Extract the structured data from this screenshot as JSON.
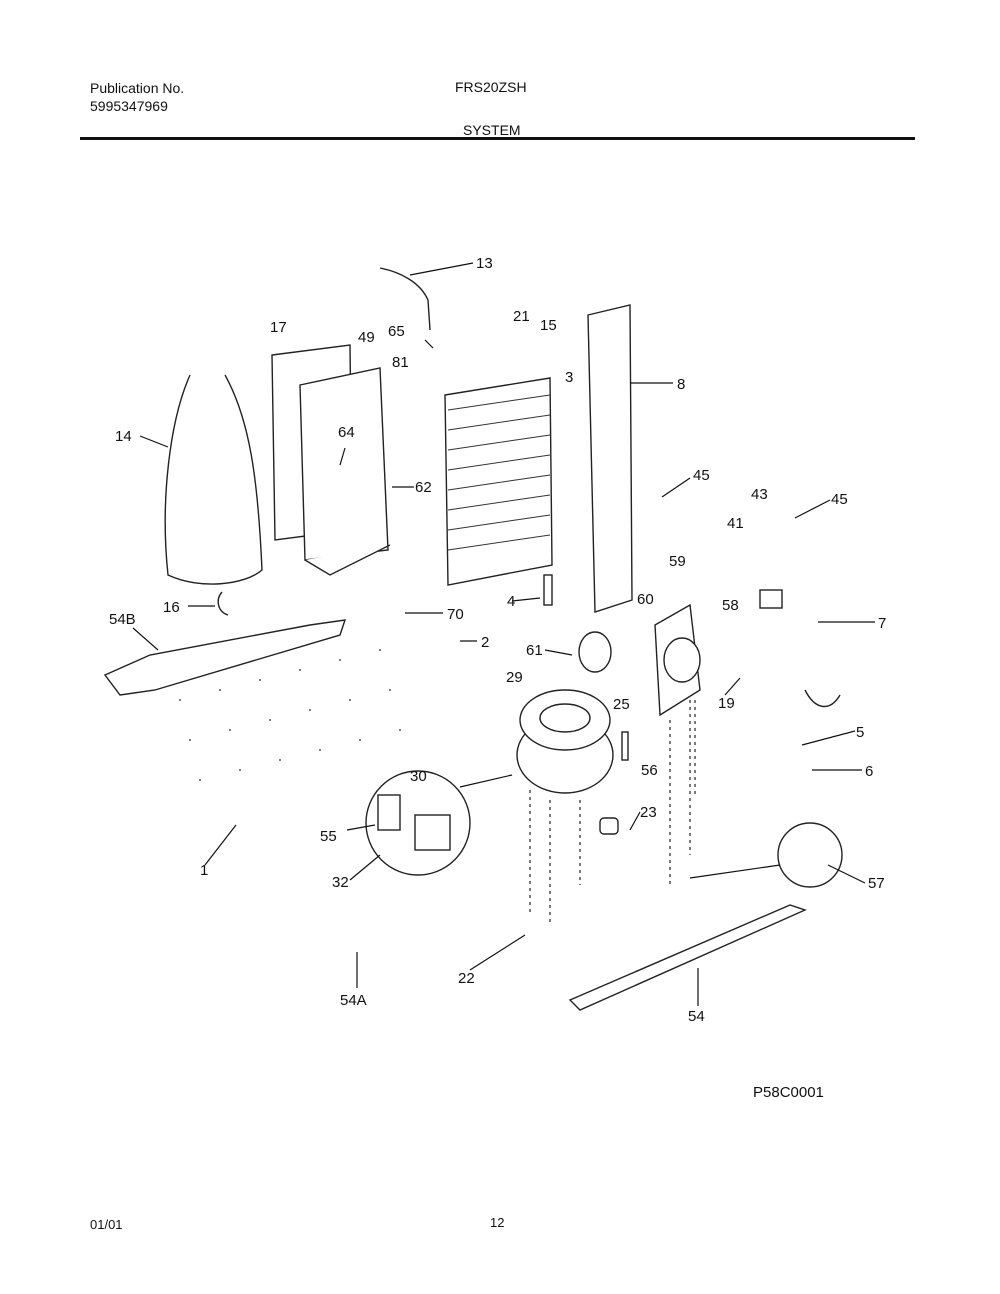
{
  "header": {
    "publication_label": "Publication No.",
    "publication_number": "5995347969",
    "model": "FRS20ZSH",
    "section": "SYSTEM"
  },
  "diagram": {
    "code": "P58C0001",
    "callouts": [
      "13",
      "17",
      "49",
      "65",
      "21",
      "15",
      "81",
      "3",
      "8",
      "14",
      "64",
      "62",
      "45",
      "43",
      "45",
      "41",
      "59",
      "60",
      "58",
      "7",
      "16",
      "54B",
      "70",
      "2",
      "61",
      "4",
      "29",
      "25",
      "19",
      "5",
      "56",
      "6",
      "30",
      "23",
      "55",
      "1",
      "32",
      "57",
      "22",
      "54A",
      "54"
    ]
  },
  "footer": {
    "date": "01/01",
    "page": "12"
  }
}
